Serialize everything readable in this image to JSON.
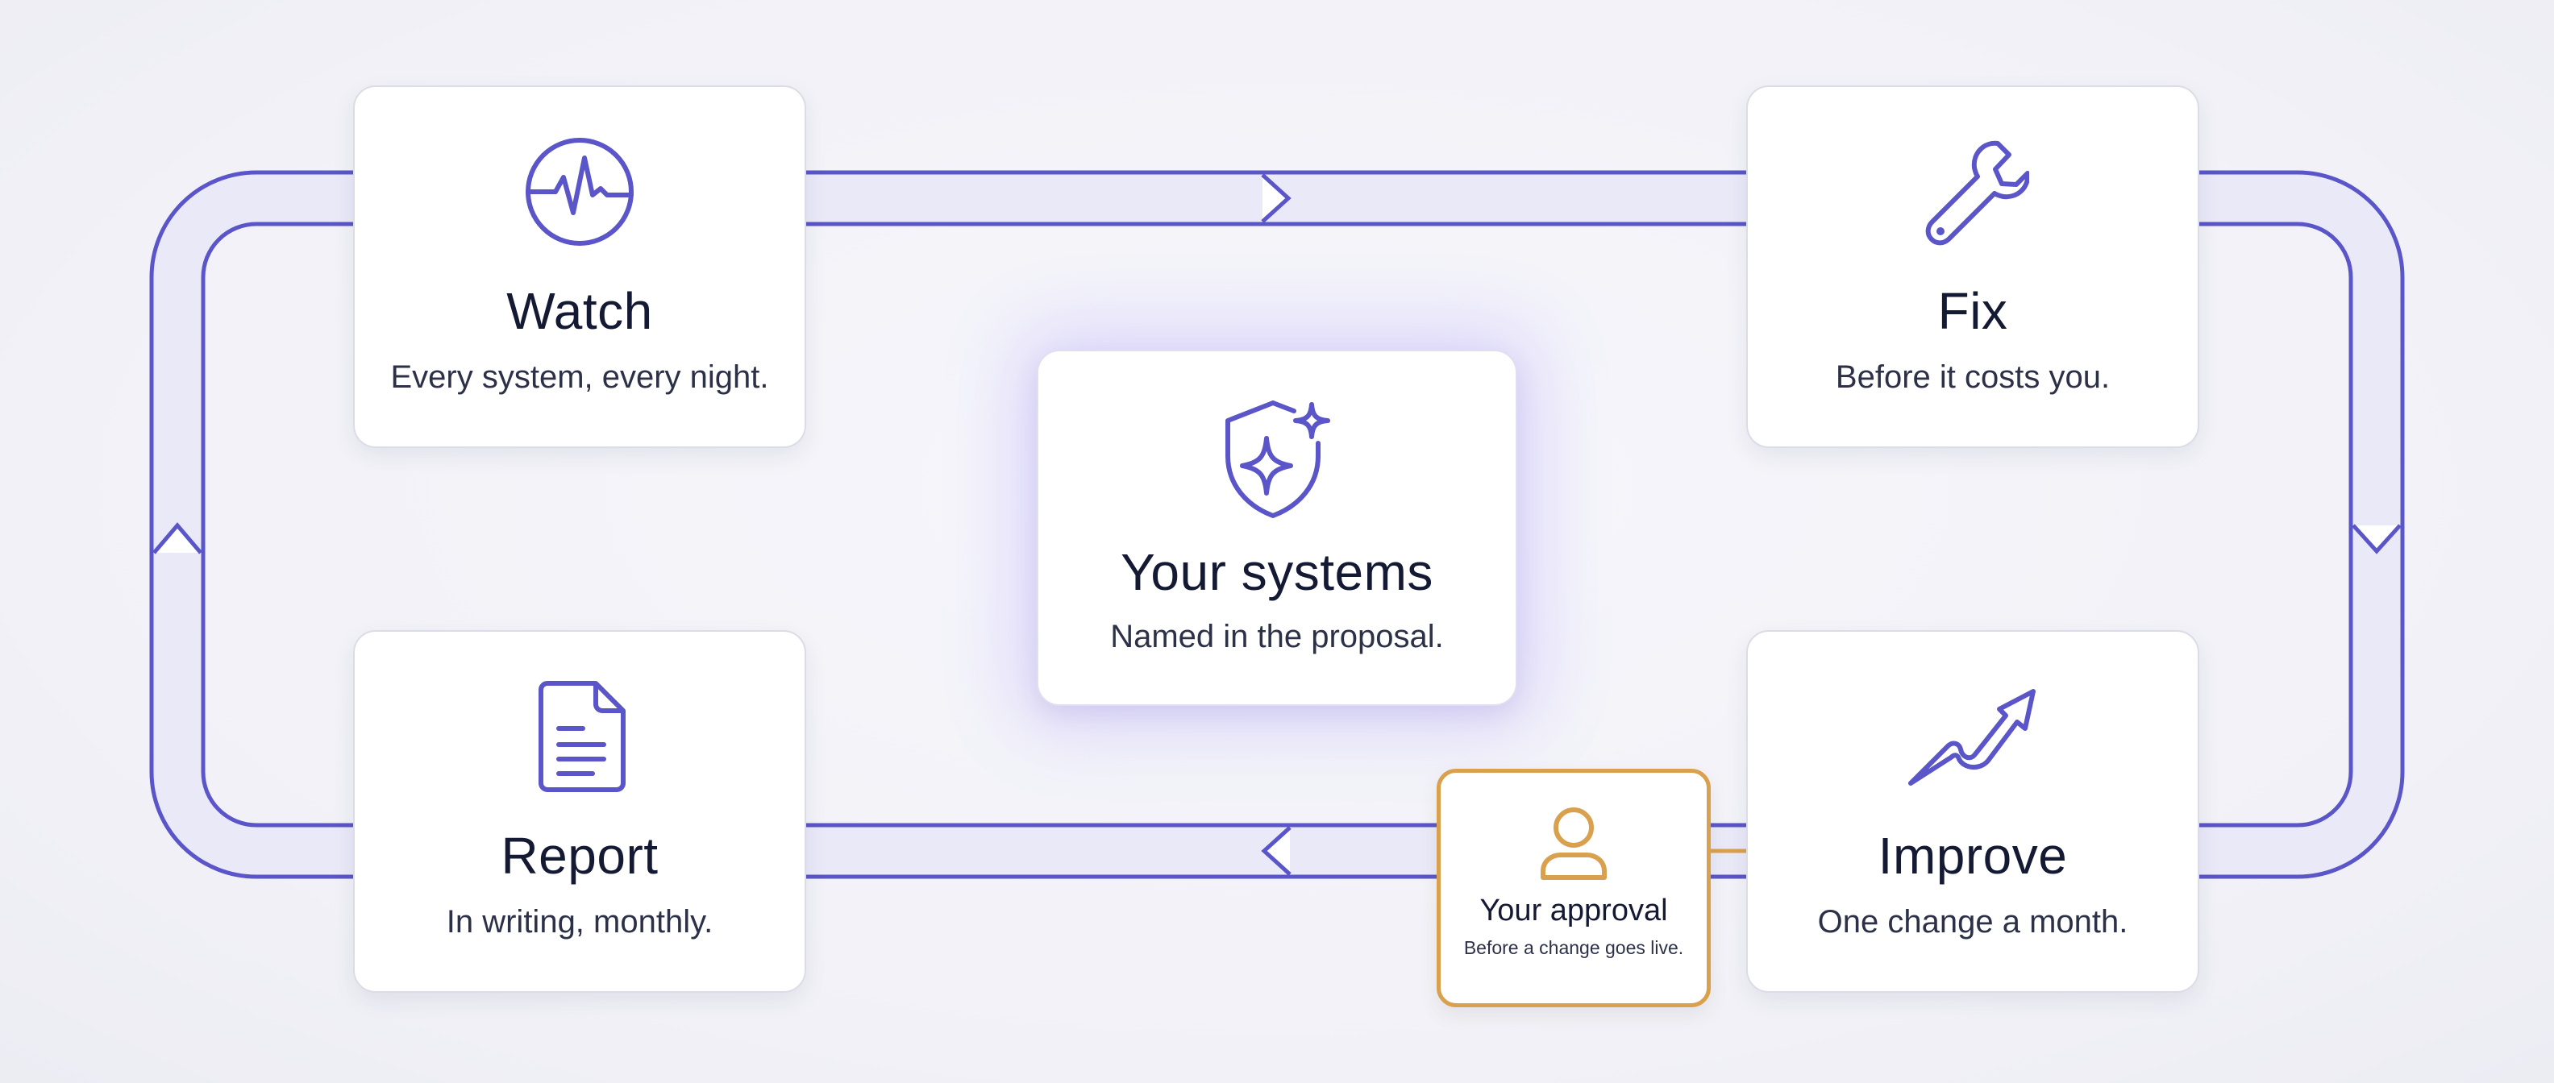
{
  "center": {
    "title": "Your systems",
    "subtitle": "Named in the proposal.",
    "icon": "shield-sparkle-icon"
  },
  "steps": [
    {
      "title": "Watch",
      "subtitle": "Every system, every night.",
      "icon": "heartbeat-icon"
    },
    {
      "title": "Fix",
      "subtitle": "Before it costs you.",
      "icon": "wrench-icon"
    },
    {
      "title": "Improve",
      "subtitle": "One change a month.",
      "icon": "trend-up-icon"
    },
    {
      "title": "Report",
      "subtitle": "In writing, monthly.",
      "icon": "document-icon"
    }
  ],
  "approval": {
    "title": "Your approval",
    "subtitle": "Before a change goes live.",
    "icon": "person-icon"
  },
  "colors": {
    "accent": "#5a55c8",
    "track_fill": "#e8e8f8",
    "approval": "#d9a14e",
    "text_dark": "#141a33",
    "text_body": "#2c3148"
  }
}
